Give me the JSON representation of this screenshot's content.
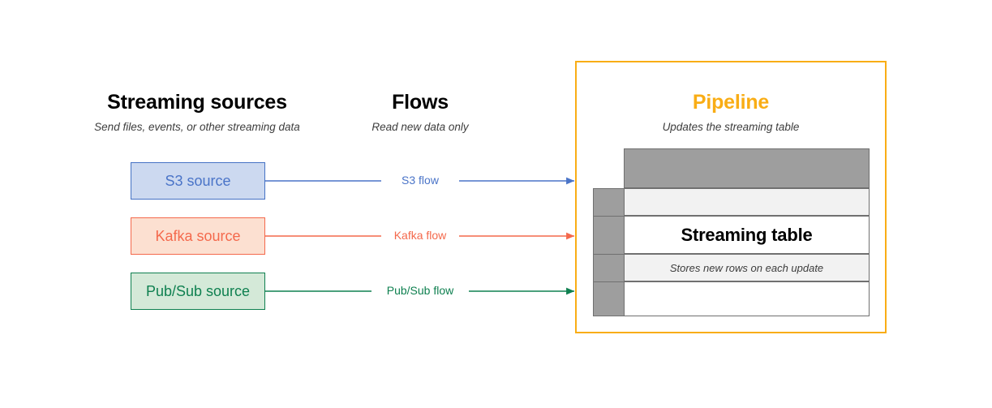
{
  "columns": {
    "sources": {
      "title": "Streaming sources",
      "subtitle": "Send files, events, or other streaming data"
    },
    "flows": {
      "title": "Flows",
      "subtitle": "Read new data only"
    },
    "pipeline": {
      "title": "Pipeline",
      "subtitle": "Updates the streaming table"
    }
  },
  "sources": [
    {
      "label": "S3 source",
      "fill": "#ccd9f0",
      "border": "#4572c4",
      "text": "#4a74c8"
    },
    {
      "label": "Kafka source",
      "fill": "#fce0d1",
      "border": "#f4694c",
      "text": "#f4694c"
    },
    {
      "label": "Pub/Sub source",
      "fill": "#d4e9d8",
      "border": "#0f8050",
      "text": "#0f8050"
    }
  ],
  "flows": [
    {
      "label": "S3 flow",
      "color": "#4a74c8"
    },
    {
      "label": "Kafka flow",
      "color": "#f4694c"
    },
    {
      "label": "Pub/Sub flow",
      "color": "#0f8050"
    }
  ],
  "table": {
    "title": "Streaming table",
    "subtitle": "Stores new rows on each update",
    "header_fill": "#9e9e9e",
    "sidecol_fill": "#9e9e9e",
    "row_alt_fill": "#f2f2f2",
    "row_fill": "#ffffff",
    "border": "#707070"
  },
  "theme": {
    "pipeline_border": "#f9ad15",
    "pipeline_title": "#f9ad15",
    "background": "#ffffff",
    "heading_text": "#000000",
    "sub_text": "#3d3d3d"
  }
}
